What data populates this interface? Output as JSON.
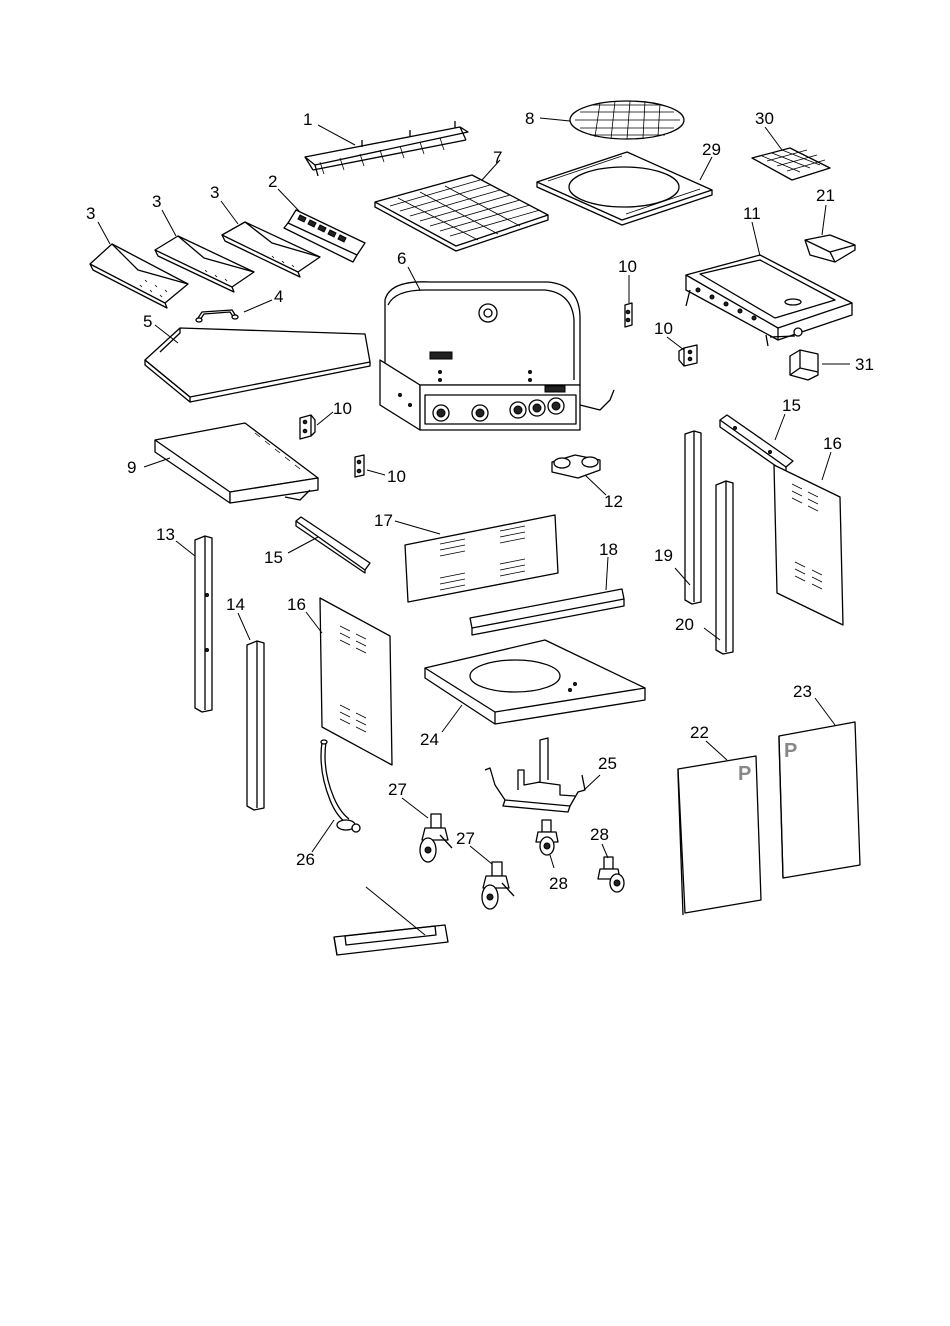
{
  "diagram": {
    "callouts": [
      {
        "id": "c1",
        "text": "1"
      },
      {
        "id": "c2",
        "text": "2"
      },
      {
        "id": "c3a",
        "text": "3"
      },
      {
        "id": "c3b",
        "text": "3"
      },
      {
        "id": "c3c",
        "text": "3"
      },
      {
        "id": "c4",
        "text": "4"
      },
      {
        "id": "c5",
        "text": "5"
      },
      {
        "id": "c6",
        "text": "6"
      },
      {
        "id": "c7",
        "text": "7"
      },
      {
        "id": "c8",
        "text": "8"
      },
      {
        "id": "c9",
        "text": "9"
      },
      {
        "id": "c10a",
        "text": "10"
      },
      {
        "id": "c10b",
        "text": "10"
      },
      {
        "id": "c10c",
        "text": "10"
      },
      {
        "id": "c10d",
        "text": "10"
      },
      {
        "id": "c11",
        "text": "11"
      },
      {
        "id": "c12",
        "text": "12"
      },
      {
        "id": "c13",
        "text": "13"
      },
      {
        "id": "c14",
        "text": "14"
      },
      {
        "id": "c15a",
        "text": "15"
      },
      {
        "id": "c15b",
        "text": "15"
      },
      {
        "id": "c16a",
        "text": "16"
      },
      {
        "id": "c16b",
        "text": "16"
      },
      {
        "id": "c17",
        "text": "17"
      },
      {
        "id": "c18",
        "text": "18"
      },
      {
        "id": "c19",
        "text": "19"
      },
      {
        "id": "c20",
        "text": "20"
      },
      {
        "id": "c21",
        "text": "21"
      },
      {
        "id": "c22",
        "text": "22"
      },
      {
        "id": "c23",
        "text": "23"
      },
      {
        "id": "c24",
        "text": "24"
      },
      {
        "id": "c25",
        "text": "25"
      },
      {
        "id": "c26",
        "text": "26"
      },
      {
        "id": "c27a",
        "text": "27"
      },
      {
        "id": "c27b",
        "text": "27"
      },
      {
        "id": "c28a",
        "text": "28"
      },
      {
        "id": "c28b",
        "text": "28"
      },
      {
        "id": "c29",
        "text": "29"
      },
      {
        "id": "c30",
        "text": "30"
      },
      {
        "id": "c31",
        "text": "31"
      }
    ],
    "door_marks": {
      "left_door": "P",
      "right_door": "P"
    }
  }
}
